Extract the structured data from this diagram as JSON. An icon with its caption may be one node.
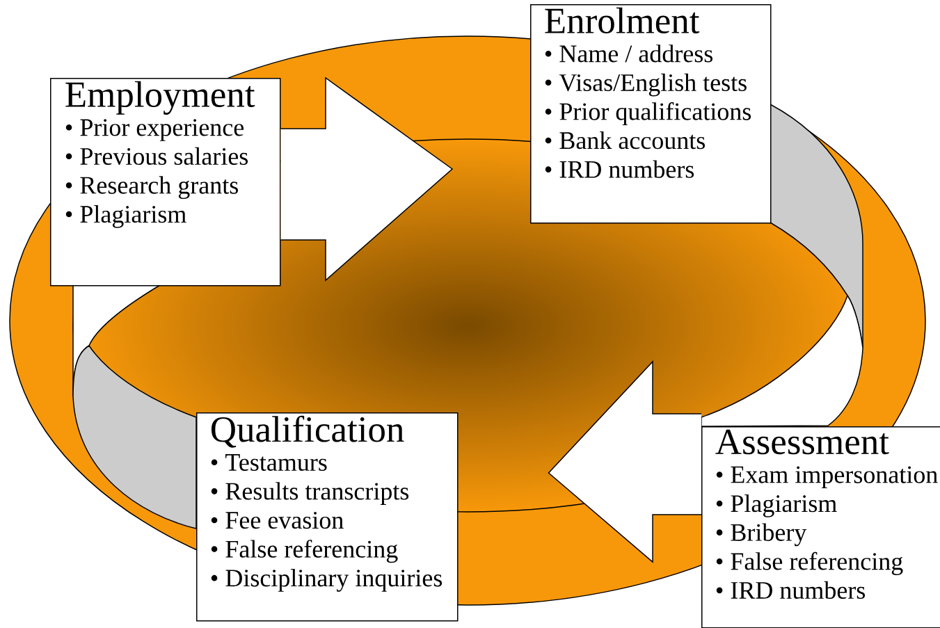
{
  "diagram": {
    "nodes": [
      {
        "text": [
          "Employment",
          "• Prior experience",
          "• Previous salaries",
          "• Research grants",
          "• Plagiarism"
        ]
      },
      {
        "text": [
          "Enrolment",
          "• Name / address",
          "• Visas/English tests",
          "• Prior qualifications",
          "• Bank accounts",
          "• IRD numbers"
        ]
      },
      {
        "text": [
          "Qualification",
          "• Testamurs",
          "• Results transcripts",
          "• Fee evasion",
          "• False referencing",
          "• Disciplinary inquiries"
        ]
      },
      {
        "text": [
          "Assessment",
          "• Exam impersonation",
          "• Plagiarism",
          "• Bribery",
          "• False referencing",
          "• IRD numbers"
        ]
      }
    ],
    "edges": [
      {
        "from": 0,
        "to": 1,
        "arrow": "to"
      },
      {
        "from": 3,
        "to": 2,
        "arrow": "to"
      }
    ]
  }
}
